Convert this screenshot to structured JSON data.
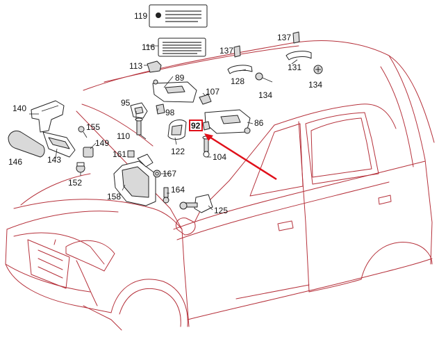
{
  "diagram": {
    "part_numbers": [
      "119",
      "116",
      "113",
      "89",
      "137",
      "137",
      "128",
      "131",
      "134",
      "134",
      "140",
      "95",
      "98",
      "107",
      "86",
      "155",
      "110",
      "92",
      "149",
      "146",
      "143",
      "161",
      "122",
      "104",
      "152",
      "167",
      "158",
      "164",
      "125"
    ],
    "highlighted_part": "92",
    "colors": {
      "car_outline": "#b5303a",
      "parts": "#222222",
      "highlight": "#e0101a"
    }
  }
}
